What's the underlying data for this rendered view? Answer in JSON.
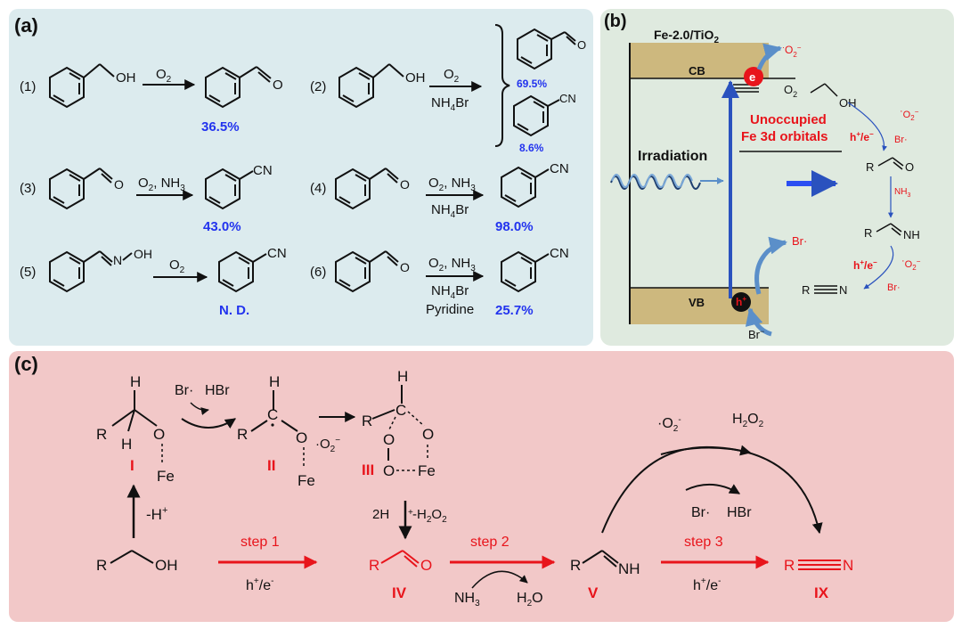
{
  "panels": {
    "a": {
      "label": "(a)",
      "reactions": [
        {
          "num": "(1)",
          "substrate_label": "OH",
          "reagents_top": "O",
          "reagents_top_sub": "2",
          "reagents_bottom": "",
          "reagents_bottom2": "",
          "products": [
            {
              "label": "",
              "yield": "36.5%"
            }
          ]
        },
        {
          "num": "(2)",
          "substrate_label": "OH",
          "reagents_top": "O",
          "reagents_top_sub": "2",
          "reagents_bottom": "NH",
          "reagents_bottom_sub": "4",
          "reagents_bottom_tail": "Br",
          "products": [
            {
              "label": "",
              "yield": "69.5%"
            },
            {
              "label": "CN",
              "yield": "8.6%"
            }
          ]
        },
        {
          "num": "(3)",
          "reagents_top": "O",
          "reagents_top_sub": "2",
          "reagents_top_tail": ", NH",
          "reagents_top_sub2": "3",
          "products": [
            {
              "label": "CN",
              "yield": "43.0%"
            }
          ]
        },
        {
          "num": "(4)",
          "reagents_top": "O",
          "reagents_top_sub": "2",
          "reagents_top_tail": ", NH",
          "reagents_top_sub2": "3",
          "reagents_bottom": "NH",
          "reagents_bottom_sub": "4",
          "reagents_bottom_tail": "Br",
          "products": [
            {
              "label": "CN",
              "yield": "98.0%"
            }
          ]
        },
        {
          "num": "(5)",
          "substrate_label": "OH",
          "reagents_top": "O",
          "reagents_top_sub": "2",
          "products": [
            {
              "label": "CN",
              "yield": "N. D."
            }
          ]
        },
        {
          "num": "(6)",
          "reagents_top": "O",
          "reagents_top_sub": "2",
          "reagents_top_tail": ", NH",
          "reagents_top_sub2": "3",
          "reagents_bottom": "NH",
          "reagents_bottom_sub": "4",
          "reagents_bottom_tail": "Br",
          "reagents_bottom2": "Pyridine",
          "products": [
            {
              "label": "CN",
              "yield": "25.7%"
            }
          ]
        }
      ],
      "atom_O": "O",
      "atom_N": "N"
    },
    "b": {
      "label": "(b)",
      "catalyst": "Fe-2.0/TiO",
      "catalyst_sub": "2",
      "cb": "CB",
      "vb": "VB",
      "electron": "e",
      "hole": "h",
      "irradiation": "Irradiation",
      "unoccupied_1": "Unoccupied",
      "unoccupied_2": "Fe 3d orbitals",
      "o2_radical": "O",
      "o2": "O",
      "br_radical": "Br·",
      "br_minus": "Br",
      "oh": "OH",
      "h_e": "h",
      "nh3": "NH",
      "r": "R",
      "o": "O",
      "nh": "NH",
      "n": "N"
    },
    "c": {
      "label": "(c)",
      "br_dot": "Br·",
      "hbr": "HBr",
      "o2_rad": "·O",
      "h2o2": "H",
      "minus_h": "-H",
      "two_h": "2H",
      "minus_h2o2": "-H",
      "step1": "step 1",
      "step2": "step 2",
      "step3": "step 3",
      "he": "h",
      "nh3": "NH",
      "h2o": "H",
      "roman": [
        "I",
        "II",
        "III",
        "IV",
        "V",
        "IX"
      ],
      "atoms": {
        "R": "R",
        "H": "H",
        "O": "O",
        "Fe": "Fe",
        "C": "C",
        "N": "N",
        "OH": "OH",
        "NH": "NH"
      }
    }
  },
  "colors": {
    "panel_a_bg": "#dcebee",
    "panel_b_bg": "#dfeadf",
    "panel_c_bg": "#f2c8c8",
    "band": "#cdb87e",
    "accent_blue": "#2233ee",
    "accent_red": "#e8141b"
  }
}
